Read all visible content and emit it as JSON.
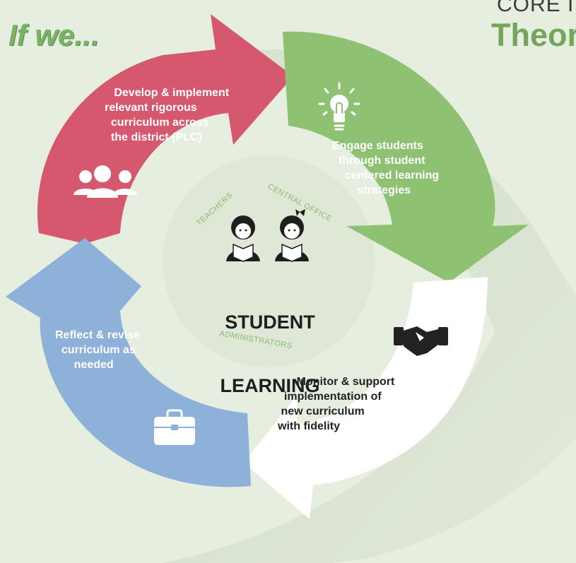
{
  "header": {
    "top_line": "CORE I",
    "main_line": "Theor",
    "prefix": "If we..."
  },
  "center": {
    "title_line1": "STUDENT",
    "title_line2": "LEARNING",
    "ring_labels": {
      "teachers": "TEACHERS",
      "central_office": "CENTRAL OFFICE",
      "administrators": "ADMINISTRATORS"
    }
  },
  "steps": [
    {
      "text": "   Develop & implement\nrelevant rigorous\n  curriculum across\n  the district (PLC)",
      "color": "#d5586e",
      "icon": "people-group-icon"
    },
    {
      "text": "Engage students\n  through student\n    centered learning\n        strategies",
      "color": "#8ec272",
      "icon": "lightbulb-icon"
    },
    {
      "text": "      Monitor & support\n  implementation of\n new curriculum\nwith fidelity",
      "color": "#ffffff",
      "icon": "handshake-icon"
    },
    {
      "text": "Reflect & revise\n  curriculum as\n      needed",
      "color": "#8db1d9",
      "icon": "briefcase-icon"
    }
  ],
  "colors": {
    "background": "#e6eedf",
    "accent_green": "#74a55a",
    "ring_label_green": "#8aba6e",
    "text_dark": "#1e1e1e"
  }
}
